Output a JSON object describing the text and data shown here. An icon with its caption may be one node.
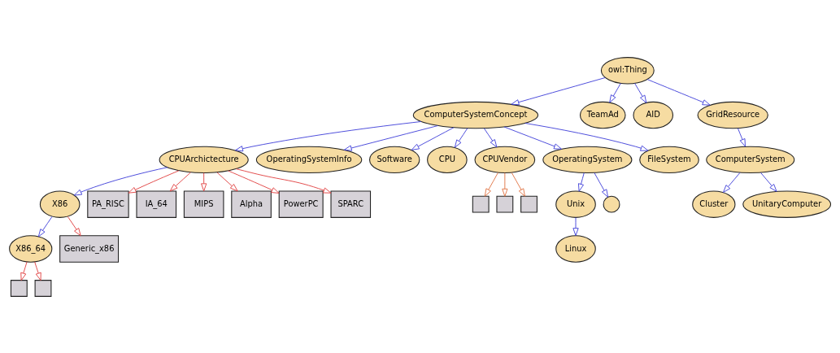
{
  "diagram": {
    "nodes": [
      {
        "text": [
          "owl:Thing"
        ]
      },
      {
        "text": [
          "ComputerSystemConcept"
        ]
      },
      {
        "text": [
          "TeamAd"
        ]
      },
      {
        "text": [
          "AID"
        ]
      },
      {
        "text": [
          "GridResource"
        ]
      },
      {
        "text": [
          "CPUArchictecture"
        ]
      },
      {
        "text": [
          "OperatingSystemInfo"
        ]
      },
      {
        "text": [
          "Software"
        ]
      },
      {
        "text": [
          "CPU"
        ]
      },
      {
        "text": [
          "CPUVendor"
        ]
      },
      {
        "text": [
          "OperatingSystem"
        ]
      },
      {
        "text": [
          "FileSystem"
        ]
      },
      {
        "text": [
          "ComputerSystem"
        ]
      },
      {
        "text": [
          "X86"
        ]
      },
      {
        "text": [
          "X86_64"
        ]
      },
      {
        "text": [
          "Generic_x86"
        ]
      },
      {
        "text": [],
        "shape": "box"
      },
      {
        "text": [],
        "shape": "box"
      },
      {
        "text": [
          "PA_RISC"
        ]
      },
      {
        "text": [
          "IA_64"
        ]
      },
      {
        "text": [
          "MIPS"
        ]
      },
      {
        "text": [
          "Alpha"
        ]
      },
      {
        "text": [
          "PowerPC"
        ]
      },
      {
        "text": [
          "SPARC"
        ]
      },
      {
        "text": [],
        "shape": "box"
      },
      {
        "text": [],
        "shape": "box"
      },
      {
        "text": [],
        "shape": "box"
      },
      {
        "text": [
          "Unix"
        ]
      },
      {
        "text": [],
        "shape": "circle"
      },
      {
        "text": [
          "Linux"
        ]
      },
      {
        "text": [
          "Cluster"
        ]
      },
      {
        "text": [
          "UnitaryComputer"
        ]
      }
    ],
    "edges": [
      {
        "from": 0,
        "to": 1,
        "arrow": "to"
      },
      {
        "from": 0,
        "to": 2,
        "arrow": "to"
      },
      {
        "from": 0,
        "to": 3,
        "arrow": "to"
      },
      {
        "from": 0,
        "to": 4,
        "arrow": "to"
      },
      {
        "from": 1,
        "to": 5,
        "arrow": "to"
      },
      {
        "from": 1,
        "to": 6,
        "arrow": "to"
      },
      {
        "from": 1,
        "to": 7,
        "arrow": "to"
      },
      {
        "from": 1,
        "to": 8,
        "arrow": "to"
      },
      {
        "from": 1,
        "to": 9,
        "arrow": "to"
      },
      {
        "from": 1,
        "to": 10,
        "arrow": "to"
      },
      {
        "from": 1,
        "to": 11,
        "arrow": "to"
      },
      {
        "from": 4,
        "to": 12,
        "arrow": "to"
      },
      {
        "from": 5,
        "to": 13,
        "arrow": "to"
      },
      {
        "from": 13,
        "to": 14,
        "arrow": "to"
      },
      {
        "from": 13,
        "to": 15,
        "arrow": "to",
        "color": "#e03c3c"
      },
      {
        "from": 14,
        "to": 16,
        "arrow": "to",
        "color": "#e03c3c"
      },
      {
        "from": 14,
        "to": 17,
        "arrow": "to",
        "color": "#e03c3c"
      },
      {
        "from": 5,
        "to": 18,
        "arrow": "to",
        "color": "#e03c3c"
      },
      {
        "from": 5,
        "to": 19,
        "arrow": "to",
        "color": "#e03c3c"
      },
      {
        "from": 5,
        "to": 20,
        "arrow": "to",
        "color": "#e03c3c"
      },
      {
        "from": 5,
        "to": 21,
        "arrow": "to",
        "color": "#e03c3c"
      },
      {
        "from": 5,
        "to": 22,
        "arrow": "to",
        "color": "#e03c3c"
      },
      {
        "from": 5,
        "to": 23,
        "arrow": "to",
        "color": "#e03c3c"
      },
      {
        "from": 9,
        "to": 24,
        "arrow": "to",
        "color": "#e07040"
      },
      {
        "from": 9,
        "to": 25,
        "arrow": "to",
        "color": "#e07040"
      },
      {
        "from": 9,
        "to": 26,
        "arrow": "to",
        "color": "#e07040"
      },
      {
        "from": 10,
        "to": 27,
        "arrow": "to"
      },
      {
        "from": 10,
        "to": 28,
        "arrow": "to"
      },
      {
        "from": 27,
        "to": 29,
        "arrow": "to"
      },
      {
        "from": 12,
        "to": 30,
        "arrow": "to"
      },
      {
        "from": 12,
        "to": 31,
        "arrow": "to"
      }
    ]
  }
}
